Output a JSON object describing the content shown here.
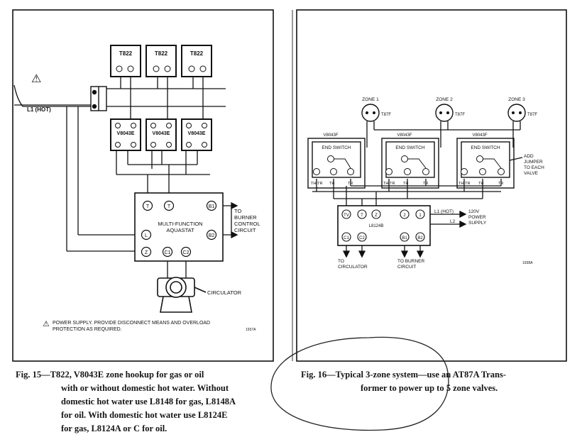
{
  "left": {
    "t822": [
      "T822",
      "T822",
      "T822"
    ],
    "v8043e": [
      "V8043E",
      "V8043E",
      "V8043E"
    ],
    "warning_glyph": "⚠",
    "l1_label": "L1 (HOT)",
    "aquastat": [
      "MULTI-FUNCTION",
      "AQUASTAT"
    ],
    "terminals": {
      "t1": "T",
      "t2": "T",
      "b1": "B1",
      "b2": "B2",
      "l": "L",
      "z": "Z",
      "c1": "C1",
      "c2": "C2"
    },
    "burner": [
      "TO",
      "BURNER",
      "CONTROL",
      "CIRCUIT"
    ],
    "circulator": "CIRCULATOR",
    "note": [
      "POWER SUPPLY. PROVIDE DISCONNECT MEANS AND OVERLOAD",
      "PROTECTION AS REQUIRED."
    ],
    "ref": "1937A"
  },
  "right": {
    "zones": [
      "ZONE 1",
      "ZONE 2",
      "ZONE 3"
    ],
    "zone_thermostats": [
      "T87F",
      "T87F",
      "T87F"
    ],
    "valves": [
      "V8043F",
      "V8043F",
      "V8043F"
    ],
    "end_switch": "END SWITCH",
    "valve_terms": [
      [
        "TH-TR",
        "TH",
        "TR"
      ],
      [
        "TH-TR",
        "TH",
        "TR"
      ],
      [
        "TH-TR",
        "TH",
        "TR"
      ]
    ],
    "jumper": [
      "ADD",
      "JUMPER",
      "TO EACH",
      "VALVE"
    ],
    "relay": "L8124B",
    "relay_terms": {
      "tv": "TV",
      "t": "T",
      "z": "Z",
      "two": "2",
      "one": "1",
      "c1": "C1",
      "c2": "C2",
      "b1": "B1",
      "b2": "B2"
    },
    "l1_hot": "L1 (HOT)",
    "l2": "L2",
    "power": [
      "120V",
      "POWER",
      "SUPPLY"
    ],
    "circulator": [
      "TO",
      "CIRCULATOR"
    ],
    "burner": [
      "TO BURNER",
      "CIRCUIT"
    ],
    "ref": "1938A"
  },
  "captions": {
    "fig15": [
      "Fig. 15—T822, V8043E zone hookup for gas or oil",
      "with or without domestic hot water. Without",
      "domestic hot water use L8148 for gas, L8148A",
      "for oil. With domestic hot water use L8124E",
      "for gas, L8124A or C for oil."
    ],
    "fig16": [
      "Fig. 16—Typical 3-zone system—use an AT87A Trans-",
      "former to power up to 5 zone valves."
    ]
  }
}
